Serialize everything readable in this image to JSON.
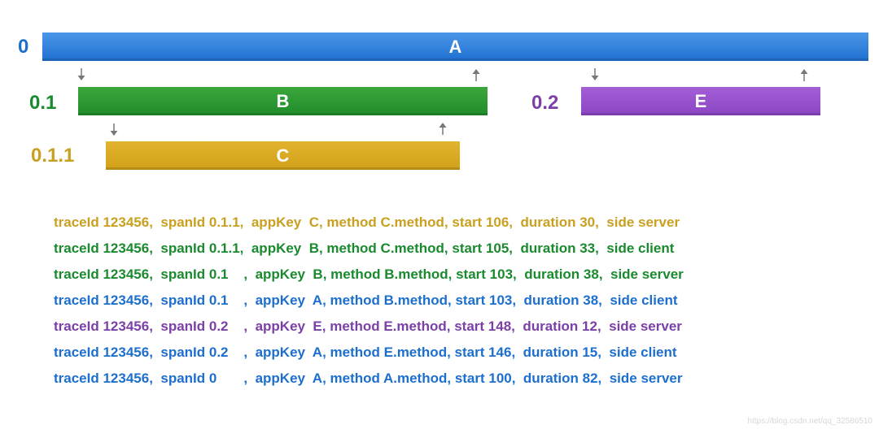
{
  "colors": {
    "blue": "#1d6fcd",
    "green": "#1a8a2e",
    "purple": "#7b3fa8",
    "yellow": "#c9a020",
    "arrow": "#777777"
  },
  "spans": {
    "A": {
      "id": "0",
      "name": "A"
    },
    "B": {
      "id": "0.1",
      "name": "B"
    },
    "C": {
      "id": "0.1.1",
      "name": "C"
    },
    "E": {
      "id": "0.2",
      "name": "E"
    }
  },
  "log_lines": [
    "traceId 123456,  spanId 0.1.1,  appKey  C, method C.method, start 106,  duration 30,  side server",
    "traceId 123456,  spanId 0.1.1,  appKey  B, method C.method, start 105,  duration 33,  side client",
    "traceId 123456,  spanId 0.1    ,  appKey  B, method B.method, start 103,  duration 38,  side server",
    "traceId 123456,  spanId 0.1    ,  appKey  A, method B.method, start 103,  duration 38,  side client",
    "traceId 123456,  spanId 0.2    ,  appKey  E, method E.method, start 148,  duration 12,  side server",
    "traceId 123456,  spanId 0.2    ,  appKey  A, method E.method, start 146,  duration 15,  side client",
    "traceId 123456,  spanId 0       ,  appKey  A, method A.method, start 100,  duration 82,  side server"
  ],
  "log_colors": [
    "#c9a020",
    "#1a8a2e",
    "#1a8a2e",
    "#1d6fcd",
    "#7b3fa8",
    "#1d6fcd",
    "#1d6fcd"
  ],
  "watermark": "https://blog.csdn.net/qq_32586510"
}
